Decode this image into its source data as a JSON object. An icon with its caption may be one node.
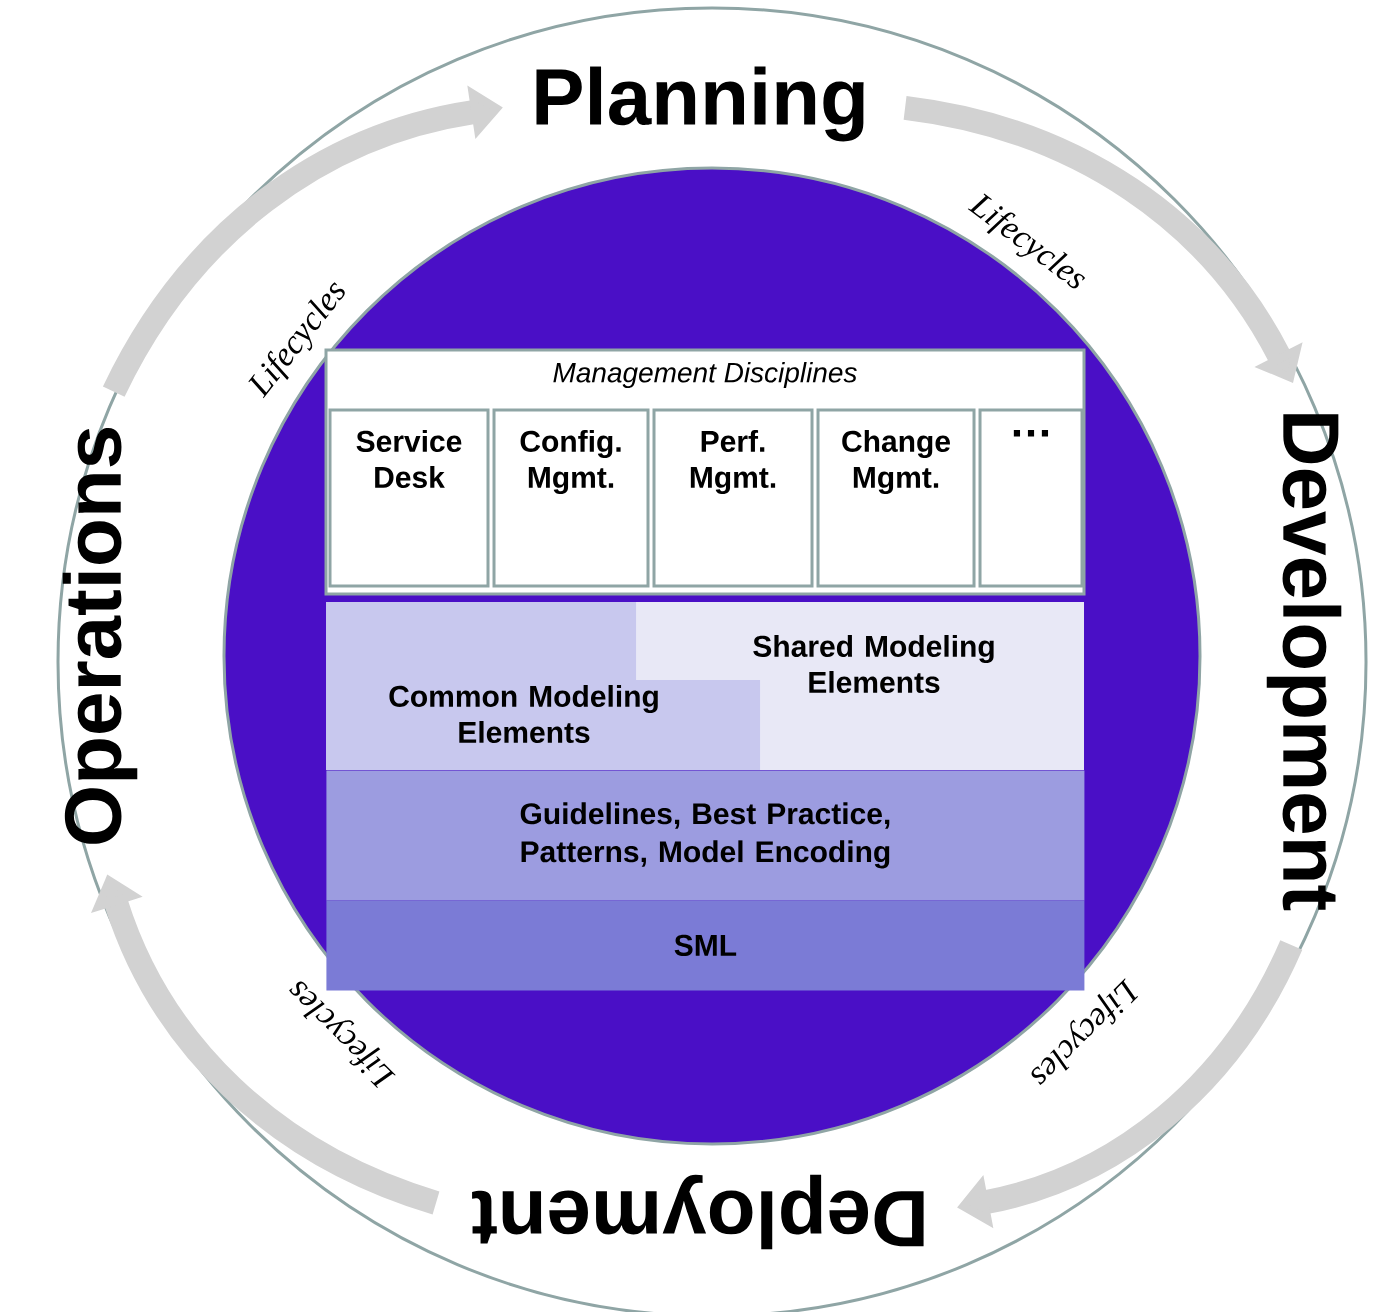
{
  "diagram": {
    "nodes": [
      {
        "text": [
          "Planning"
        ]
      },
      {
        "text": [
          "Development"
        ]
      },
      {
        "text": [
          "Deployment"
        ]
      },
      {
        "text": [
          "Operations"
        ]
      },
      {
        "text": [
          "Management Disciplines"
        ]
      },
      {
        "text": [
          "Service Desk"
        ],
        "in": 4
      },
      {
        "text": [
          "Config. Mgmt."
        ],
        "in": 4
      },
      {
        "text": [
          "Perf. Mgmt."
        ],
        "in": 4
      },
      {
        "text": [
          "Change Mgmt."
        ],
        "in": 4
      },
      {
        "text": [
          "…"
        ],
        "in": 4
      },
      {
        "text": [
          "Common Modeling Elements"
        ]
      },
      {
        "text": [
          "Shared Modeling Elements"
        ]
      },
      {
        "text": [
          "Guidelines, Best Practice, Patterns, Model Encoding"
        ]
      },
      {
        "text": [
          "SML"
        ]
      }
    ],
    "edges": [
      {
        "from": 0,
        "to": 1,
        "arrow": "to",
        "label": "Lifecycles"
      },
      {
        "from": 1,
        "to": 2,
        "arrow": "to",
        "label": "Lifecycles"
      },
      {
        "from": 2,
        "to": 3,
        "arrow": "to",
        "label": "Lifecycles"
      },
      {
        "from": 3,
        "to": 0,
        "arrow": "to",
        "label": "Lifecycles"
      }
    ]
  }
}
